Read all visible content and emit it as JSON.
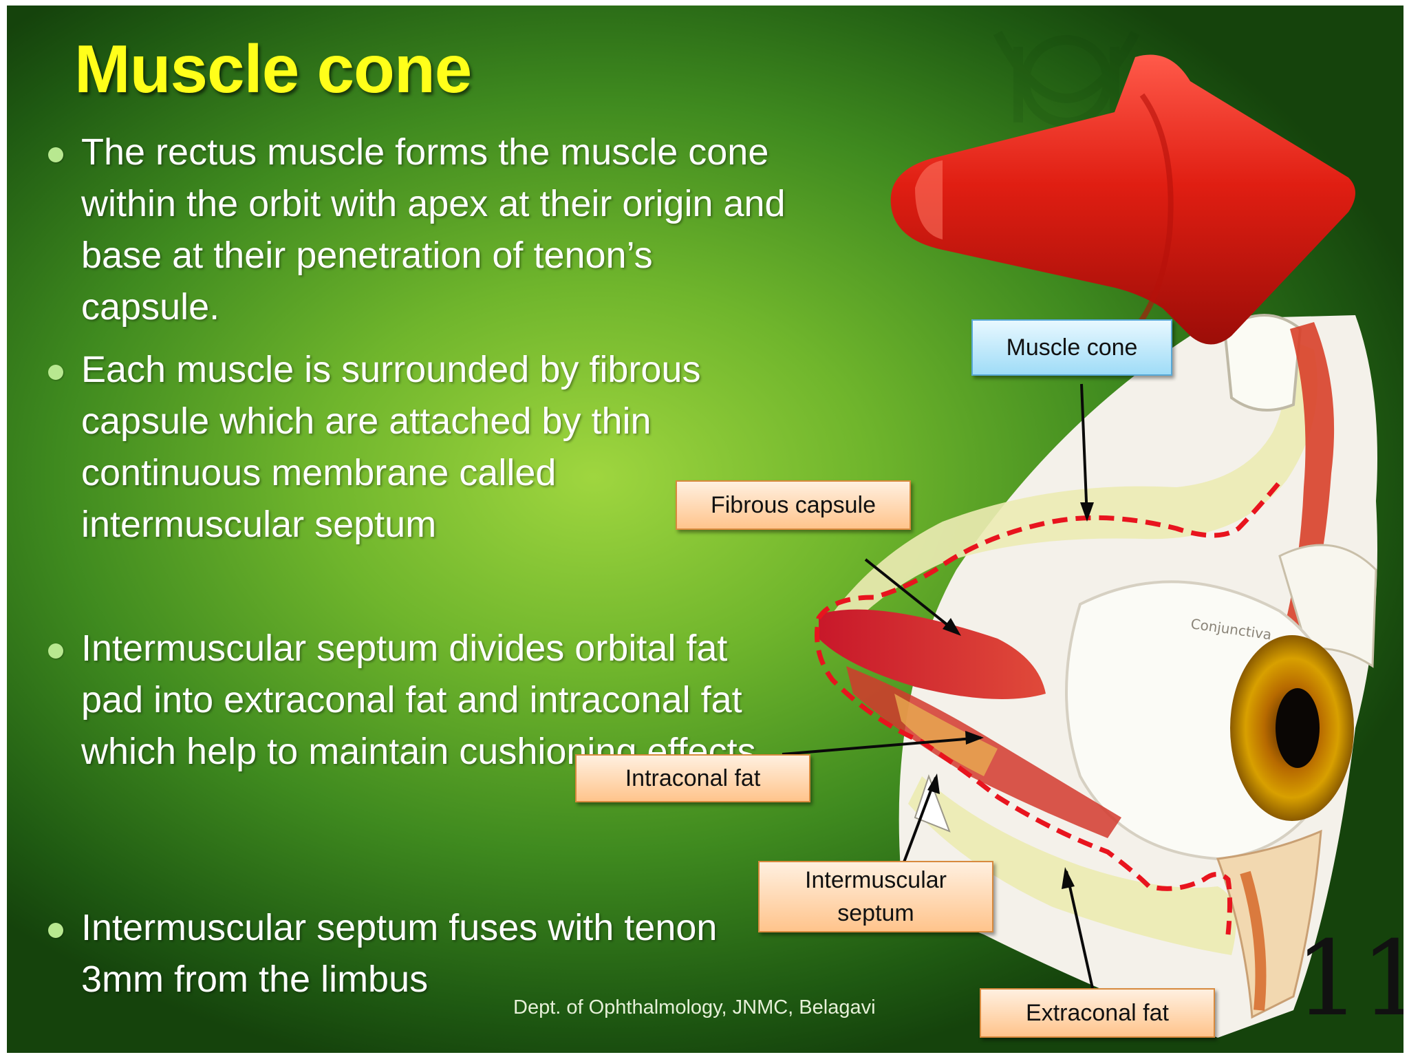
{
  "slide": {
    "title": "Muscle cone",
    "bullets": [
      "The rectus muscle forms the muscle cone within the orbit with apex at their origin and base at their penetration of tenon’s capsule.",
      "Each muscle is surrounded by fibrous capsule which are attached by thin continuous membrane called intermuscular septum",
      "Intermuscular septum divides orbital fat pad into extraconal fat and intraconal fat which help to maintain cushioning effects.",
      "Intermuscular septum fuses with tenon 3mm from the limbus"
    ],
    "footer": "Dept. of Ophthalmology, JNMC, Belagavi",
    "page_number": "11"
  },
  "labels": {
    "muscle_cone": "Muscle cone",
    "fibrous_capsule": "Fibrous capsule",
    "intraconal_fat": "Intraconal fat",
    "intermuscular_septum": "Intermuscular septum",
    "extraconal_fat": "Extraconal fat"
  },
  "icons": [
    "traffic-cone-icon",
    "eye-orbit-diagram"
  ],
  "colors": {
    "title": "#ffff1a",
    "text": "#ffffff",
    "bullet_dot": "#b8e890",
    "cone": "#e01e12",
    "dashed_outline": "#e8141e",
    "label_orange": "#ffc48c",
    "label_blue": "#9fdcf7"
  }
}
